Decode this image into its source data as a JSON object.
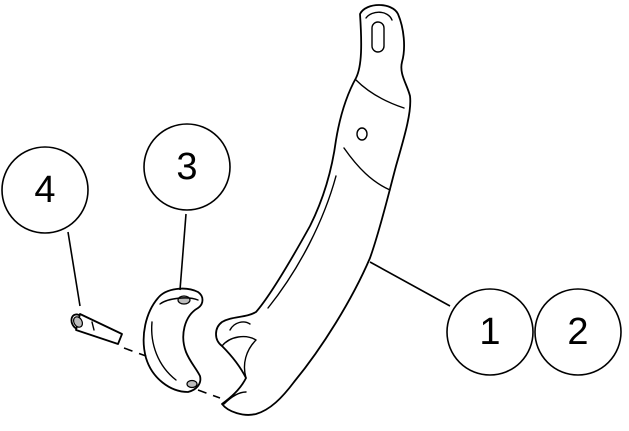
{
  "callouts": [
    {
      "id": "4",
      "label": "4"
    },
    {
      "id": "3",
      "label": "3"
    },
    {
      "id": "1",
      "label": "1"
    },
    {
      "id": "2",
      "label": "2"
    }
  ],
  "colors": {
    "line": "#000000",
    "background": "#ffffff",
    "shading": "#bdbdbd"
  }
}
